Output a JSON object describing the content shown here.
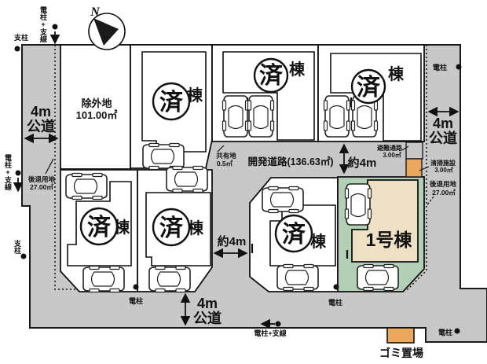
{
  "plan": {
    "compass_n": "N",
    "sold": "済",
    "tou": "棟",
    "lot1": "1号棟",
    "exclusion": {
      "name": "除外地",
      "area": "101.00㎡"
    },
    "dev_road": "開発道路(136.63㎡)",
    "approx_4m": "約4m",
    "road_4m": "4m",
    "road_koudou": "公道",
    "shared": {
      "name": "共有地",
      "area": "0.5㎡"
    },
    "evac": {
      "name": "避難通路",
      "area": "3.00㎡"
    },
    "clean": {
      "name": "清掃施設",
      "area": "3.00㎡"
    },
    "setback": {
      "name": "後退用地",
      "area": "27.00㎡"
    },
    "garbage": "ゴミ置場",
    "pole": "電柱",
    "pole_wire": "電柱+支線",
    "strut": "支柱",
    "colors": {
      "road_gray": "#c8c8c8",
      "featured_lot_green": "#b3cfb5",
      "building_beige": "#eee0c4",
      "facility_orange": "#eaa85e"
    }
  }
}
